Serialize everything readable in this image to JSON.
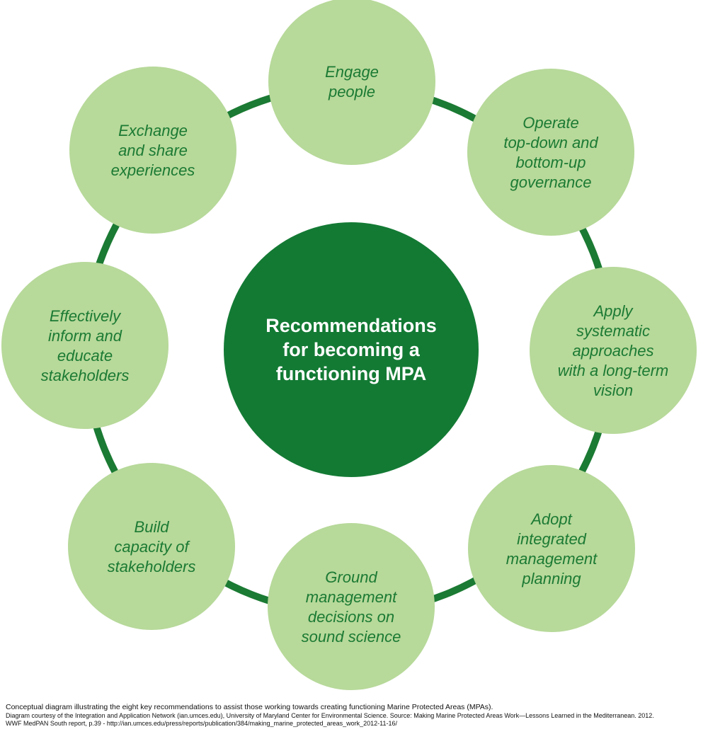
{
  "colors": {
    "ring": "#1b7a33",
    "node_fill": "#b7d99a",
    "center_fill": "#137a34",
    "node_text": "#1b7a33",
    "center_text": "#ffffff"
  },
  "center": {
    "lines": [
      "Recommendations",
      "for becoming a",
      "functioning MPA"
    ]
  },
  "nodes": [
    {
      "id": "engage-people",
      "lines": [
        "Engage",
        "people"
      ]
    },
    {
      "id": "operate-governance",
      "lines": [
        "Operate",
        "top-down and",
        "bottom-up",
        "governance"
      ]
    },
    {
      "id": "apply-systematic",
      "lines": [
        "Apply",
        "systematic",
        "approaches",
        "with a long-term",
        "vision"
      ]
    },
    {
      "id": "adopt-integrated",
      "lines": [
        "Adopt",
        "integrated",
        "management",
        "planning"
      ]
    },
    {
      "id": "ground-management",
      "lines": [
        "Ground",
        "management",
        "decisions on",
        "sound science"
      ]
    },
    {
      "id": "build-capacity",
      "lines": [
        "Build",
        "capacity of",
        "stakeholders"
      ]
    },
    {
      "id": "effectively-inform",
      "lines": [
        "Effectively",
        "inform and",
        "educate",
        "stakeholders"
      ]
    },
    {
      "id": "exchange-share",
      "lines": [
        "Exchange",
        "and share",
        "experiences"
      ]
    }
  ],
  "caption": {
    "line1": "Conceptual diagram illustrating the eight key recommendations to assist those working towards creating functioning Marine Protected Areas (MPAs).",
    "line2": "Diagram courtesy of the Integration and Application Network (ian.umces.edu), University of Maryland Center for Environmental Science. Source: Making Marine Protected Areas Work—Lessons Learned in the Mediterranean. 2012.",
    "line3": "WWF MedPAN South report, p.39 - http://ian.umces.edu/press/reports/publication/384/making_marine_protected_areas_work_2012-11-16/"
  }
}
